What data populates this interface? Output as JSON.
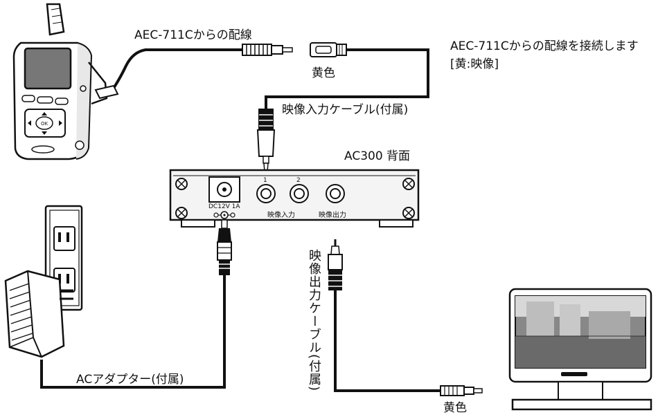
{
  "labels": {
    "cable_from_aec": "AEC-711Cからの配線",
    "connect_note": "AEC-711Cからの配線を接続します",
    "connect_note_sub": "[黄:映像]",
    "yellow_top": "黄色",
    "input_cable": "映像入力ケーブル(付属)",
    "device_title": "AC300 背面",
    "port_1": "1",
    "port_2": "2",
    "dc_label": "DC12V 1A",
    "video_input": "映像入力",
    "video_output": "映像出力",
    "output_cable": "映像出力ケーブル(付属)",
    "ac_adapter": "ACアダプター(付属)",
    "yellow_bottom": "黄色"
  },
  "colors": {
    "ink": "#111111",
    "panel": "#f4f4f4",
    "screen": "#777777"
  }
}
